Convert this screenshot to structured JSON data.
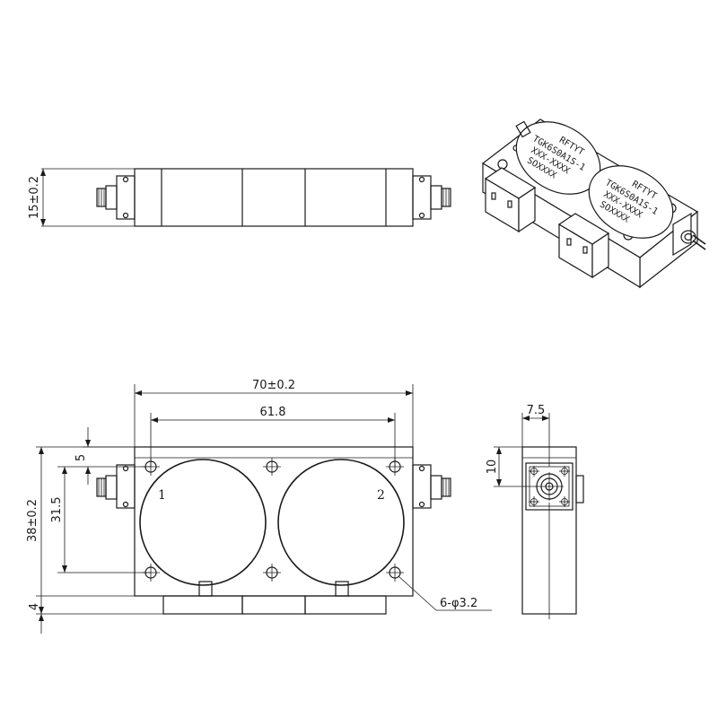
{
  "dimensions": {
    "side_height": "15±0.2",
    "overall_length": "70±0.2",
    "hole_spacing": "61.8",
    "top_offset": "5",
    "hole_vertical_spacing": "31.5",
    "overall_height": "38±0.2",
    "base_offset": "4",
    "hole_callout": "6-φ3.2",
    "connector_width": "7.5",
    "connector_height": "10"
  },
  "port_labels": {
    "port1": "1",
    "port2": "2"
  },
  "iso_label": {
    "brand": "RFTYT",
    "line1": "TGK6S0A1S-1",
    "line2": "XXX-XXXX",
    "line3": "SOXXXX"
  }
}
